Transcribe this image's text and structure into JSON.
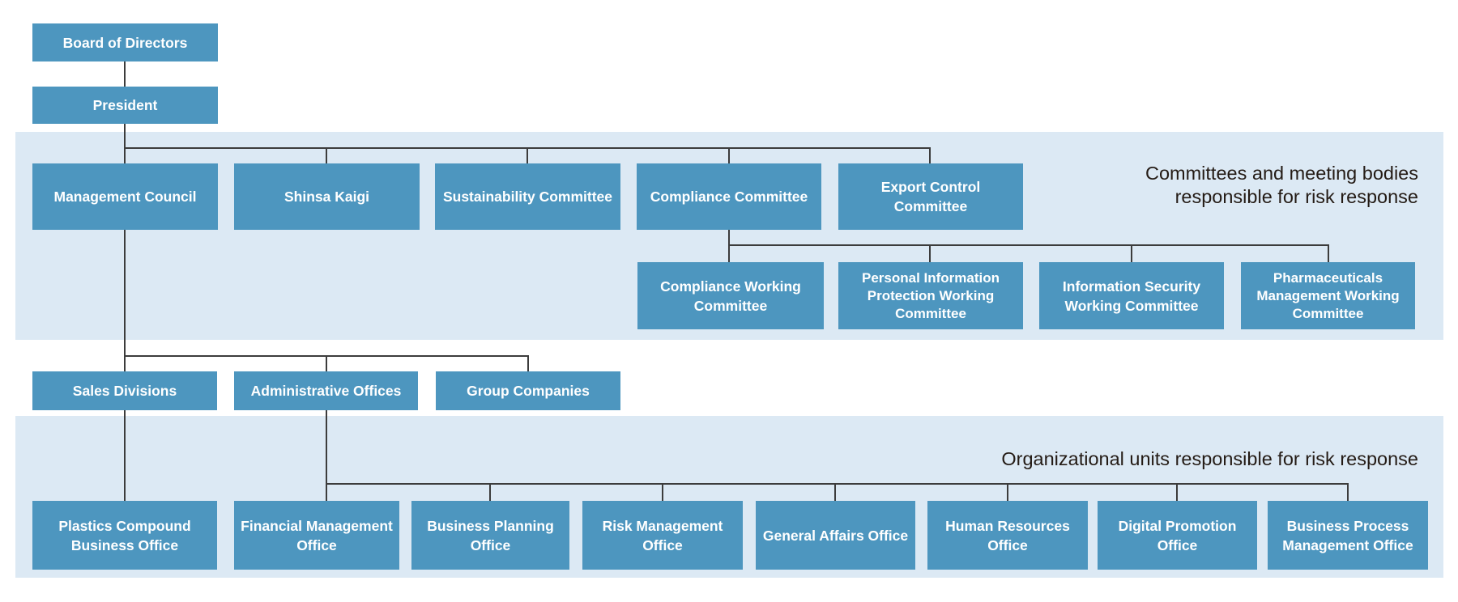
{
  "colors": {
    "box_fill": "#4d96bf",
    "band_fill": "#dce9f4",
    "connector": "#3c3c3c",
    "box_text": "#ffffff",
    "caption_text": "#241b15",
    "background": "#ffffff"
  },
  "captions": {
    "committees_band": "Committees and meeting bodies\nresponsible for risk response",
    "organizational_band": "Organizational units responsible for risk response"
  },
  "nodes": {
    "board": {
      "label": "Board of Directors"
    },
    "president": {
      "label": "President"
    },
    "management_council": {
      "label": "Management Council"
    },
    "shinsa_kaigi": {
      "label": "Shinsa Kaigi"
    },
    "sustainability_committee": {
      "label": "Sustainability Committee"
    },
    "compliance_committee": {
      "label": "Compliance Committee"
    },
    "export_control_committee": {
      "label": "Export Control Committee"
    },
    "compliance_working_committee": {
      "label": "Compliance Working Committee"
    },
    "personal_information_protection_working_committee": {
      "label": "Personal Information Protection Working Committee"
    },
    "information_security_working_committee": {
      "label": "Information Security Working Committee"
    },
    "pharmaceuticals_management_working_committee": {
      "label": "Pharmaceuticals Management Working Committee"
    },
    "sales_divisions": {
      "label": "Sales Divisions"
    },
    "administrative_offices": {
      "label": "Administrative Offices"
    },
    "group_companies": {
      "label": "Group Companies"
    },
    "plastics_compound_business_office": {
      "label": "Plastics Compound Business Office"
    },
    "financial_management_office": {
      "label": "Financial Management Office"
    },
    "business_planning_office": {
      "label": "Business Planning Office"
    },
    "risk_management_office": {
      "label": "Risk Management Office"
    },
    "general_affairs_office": {
      "label": "General Affairs Office"
    },
    "human_resources_office": {
      "label": "Human Resources Office"
    },
    "digital_promotion_office": {
      "label": "Digital Promotion Office"
    },
    "business_process_management_office": {
      "label": "Business Process Management Office"
    }
  }
}
